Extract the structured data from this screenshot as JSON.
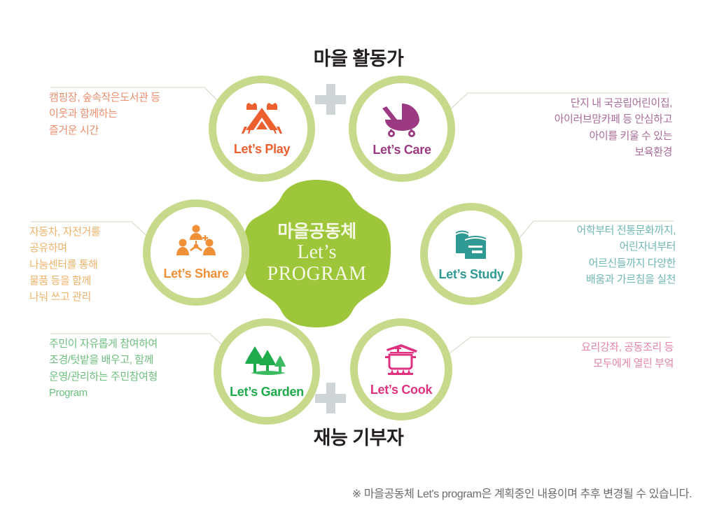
{
  "headings": {
    "top": "마을 활동가",
    "bottom": "재능 기부자"
  },
  "center": {
    "line1": "마을공동체",
    "line2": "Let’s",
    "line3": "PROGRAM",
    "fill_color": "#9ec63b",
    "text_color": "#f4f8e4"
  },
  "plus_symbol": "+",
  "plus_color": "#cfd4d6",
  "ring_color": "#c7da8c",
  "nodes": [
    {
      "id": "play",
      "label": "Let’s Play",
      "icon": "tent-icon",
      "color": "#ec6030",
      "caption": "캠핑장, 숲속작은도서관 등\n이웃과 함께하는\n즐거운 시간",
      "caption_color": "#ea8f6e",
      "caption_align": "left"
    },
    {
      "id": "care",
      "label": "Let’s Care",
      "icon": "stroller-icon",
      "color": "#9b3a82",
      "caption": "단지 내 국공립어린이집,\n아이러브맘카페 등 안심하고\n아이를 키울 수 있는\n보육환경",
      "caption_color": "#a96c9a",
      "caption_align": "right"
    },
    {
      "id": "share",
      "label": "Let’s Share",
      "icon": "people-share-icon",
      "color": "#f0913a",
      "caption": "자동차, 자전거를\n공유하며\n나눔센터를 통해\n물품 등을 함께\n나눠 쓰고 관리",
      "caption_color": "#f0b36a",
      "caption_align": "left"
    },
    {
      "id": "study",
      "label": "Let’s Study",
      "icon": "books-icon",
      "color": "#2f9a94",
      "caption": "어학부터 전통문화까지,\n어린자녀부터\n어르신들까지 다양한\n배움과 가르침을 실천",
      "caption_color": "#6fb8b4",
      "caption_align": "right"
    },
    {
      "id": "garden",
      "label": "Let’s Garden",
      "icon": "trees-icon",
      "color": "#1faa4b",
      "caption": "주민이 자유롭게 참여하여\n조경/텃밭을 배우고, 함께\n운영/관리하는 주민참여형\nProgram",
      "caption_color": "#6dbf7e",
      "caption_align": "left"
    },
    {
      "id": "cook",
      "label": "Let’s Cook",
      "icon": "pot-icon",
      "color": "#e0327f",
      "caption": "요리강좌, 공동조리 등\n모두에게 열린 부엌",
      "caption_color": "#e485ab",
      "caption_align": "right"
    }
  ],
  "footnote": "※ 마을공동체 Let's program은 계획중인 내용이며 추후 변경될 수 있습니다."
}
